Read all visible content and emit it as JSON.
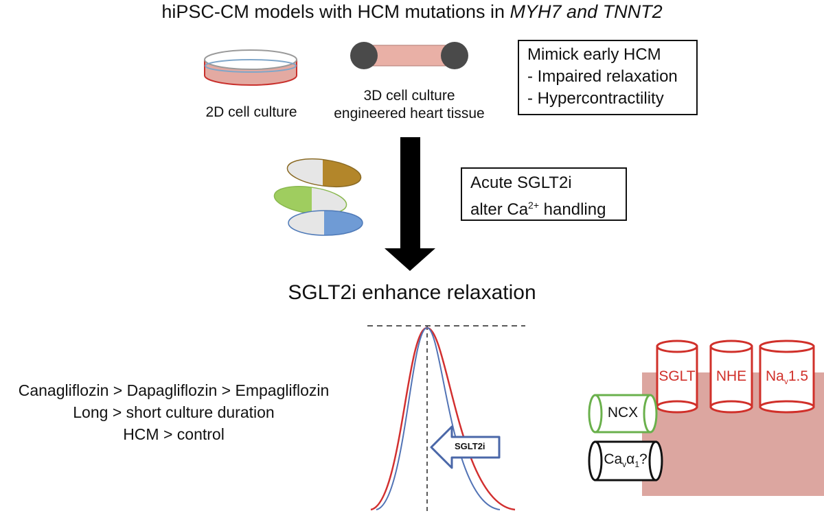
{
  "title": {
    "prefix": "hiPSC-CM models with HCM mutations in ",
    "genes": "MYH7 and TNNT2"
  },
  "models": {
    "culture_2d": "2D cell culture",
    "culture_3d_line1": "3D cell culture",
    "culture_3d_line2": "engineered heart tissue"
  },
  "hcm_box": {
    "heading": "Mimick early HCM",
    "items": [
      "- Impaired relaxation",
      "- Hypercontractility"
    ]
  },
  "sglt2i_box": {
    "line1": "Acute SGLT2i",
    "line2_prefix": "alter Ca",
    "line2_sup": "2+",
    "line2_suffix": " handling"
  },
  "result": "SGLT2i enhance relaxation",
  "ranking": [
    "Canagliflozin > Dapagliflozin > Empagliflozin",
    "Long > short culture duration",
    "HCM > control"
  ],
  "curve_arrow_label": "SGLT2i",
  "channels": {
    "sglt": "SGLT",
    "nhe": "NHE",
    "nav_base": "Na",
    "nav_sub": "v",
    "nav_suffix": "1.5",
    "ncx": "NCX",
    "cav_base": "Ca",
    "cav_sub1": "v",
    "cav_alpha": "α",
    "cav_sub2": "1",
    "cav_suffix": "?"
  },
  "colors": {
    "dish_fill": "#e3aaa2",
    "dish_stroke": "#c9302c",
    "tissue_band": "#e9b0a6",
    "tissue_post": "#4a4a4a",
    "pill_brown": "#b3862a",
    "pill_green": "#9fcd5f",
    "pill_blue": "#6f9bd5",
    "pill_grey": "#e6e6e6",
    "curve_red": "#d22f2f",
    "curve_blue": "#5273b5",
    "membrane": "#dca6a0",
    "channel_red": "#d0302a",
    "channel_green": "#6ab04c",
    "channel_black": "#111111"
  }
}
